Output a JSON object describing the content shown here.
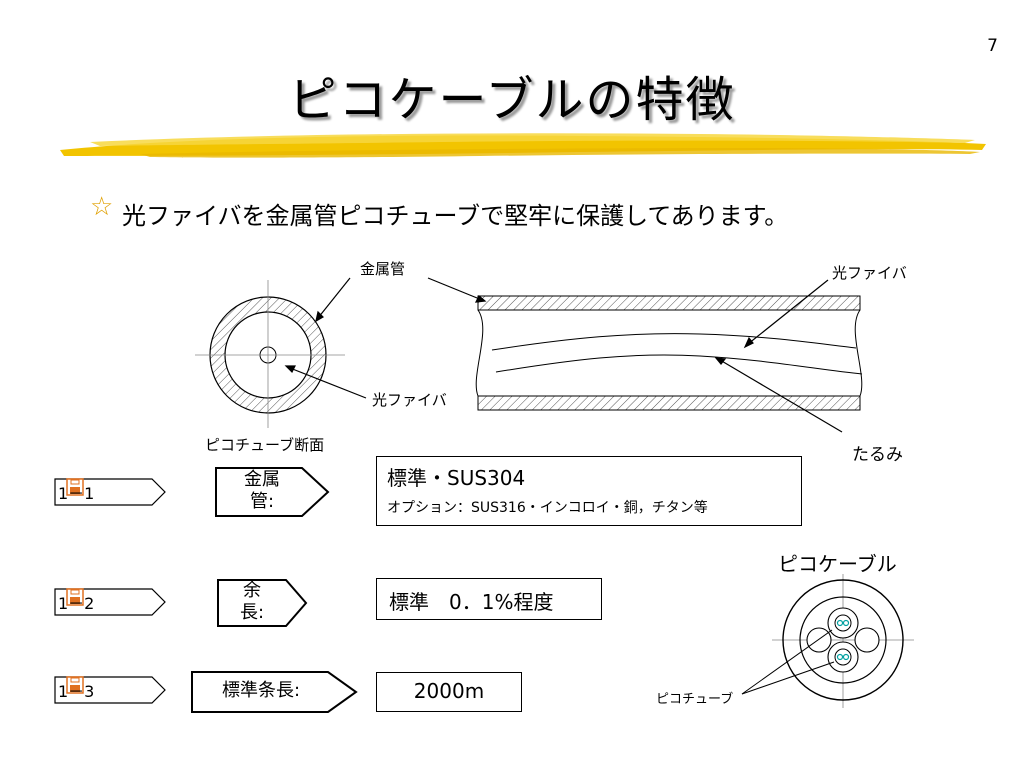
{
  "page_number": "7",
  "title": "ピコケーブルの特徴",
  "bullet_text": "光ファイバを金属管ピコチューブで堅牢に保護してあります。",
  "diagram": {
    "label_metal_tube": "金属管",
    "label_fiber_top": "光ファイバ",
    "label_fiber_bottom": "光ファイバ",
    "label_cross_section": "ピコチューブ断面",
    "label_slack": "たるみ",
    "label_pico_cable": "ピコケーブル",
    "label_pico_tube": "ピコチューブ"
  },
  "sections": [
    {
      "tab": "1－1",
      "label_line1": "金属",
      "label_line2": "管:",
      "value_main": "標準・SUS304",
      "value_sub": "オプション：SUS316・インコロイ・銅，チタン等"
    },
    {
      "tab": "1－2",
      "label_line1": "余",
      "label_line2": "長:",
      "value_main": "標準　0．1%程度"
    },
    {
      "tab": "1－3",
      "label_line1": "標準条長:",
      "value_main": "2000m"
    }
  ],
  "colors": {
    "brush": "#f2c400",
    "bullet_star": "#e0a000",
    "icon_orange": "#e07020",
    "fiber_teal": "#00a0a0"
  }
}
